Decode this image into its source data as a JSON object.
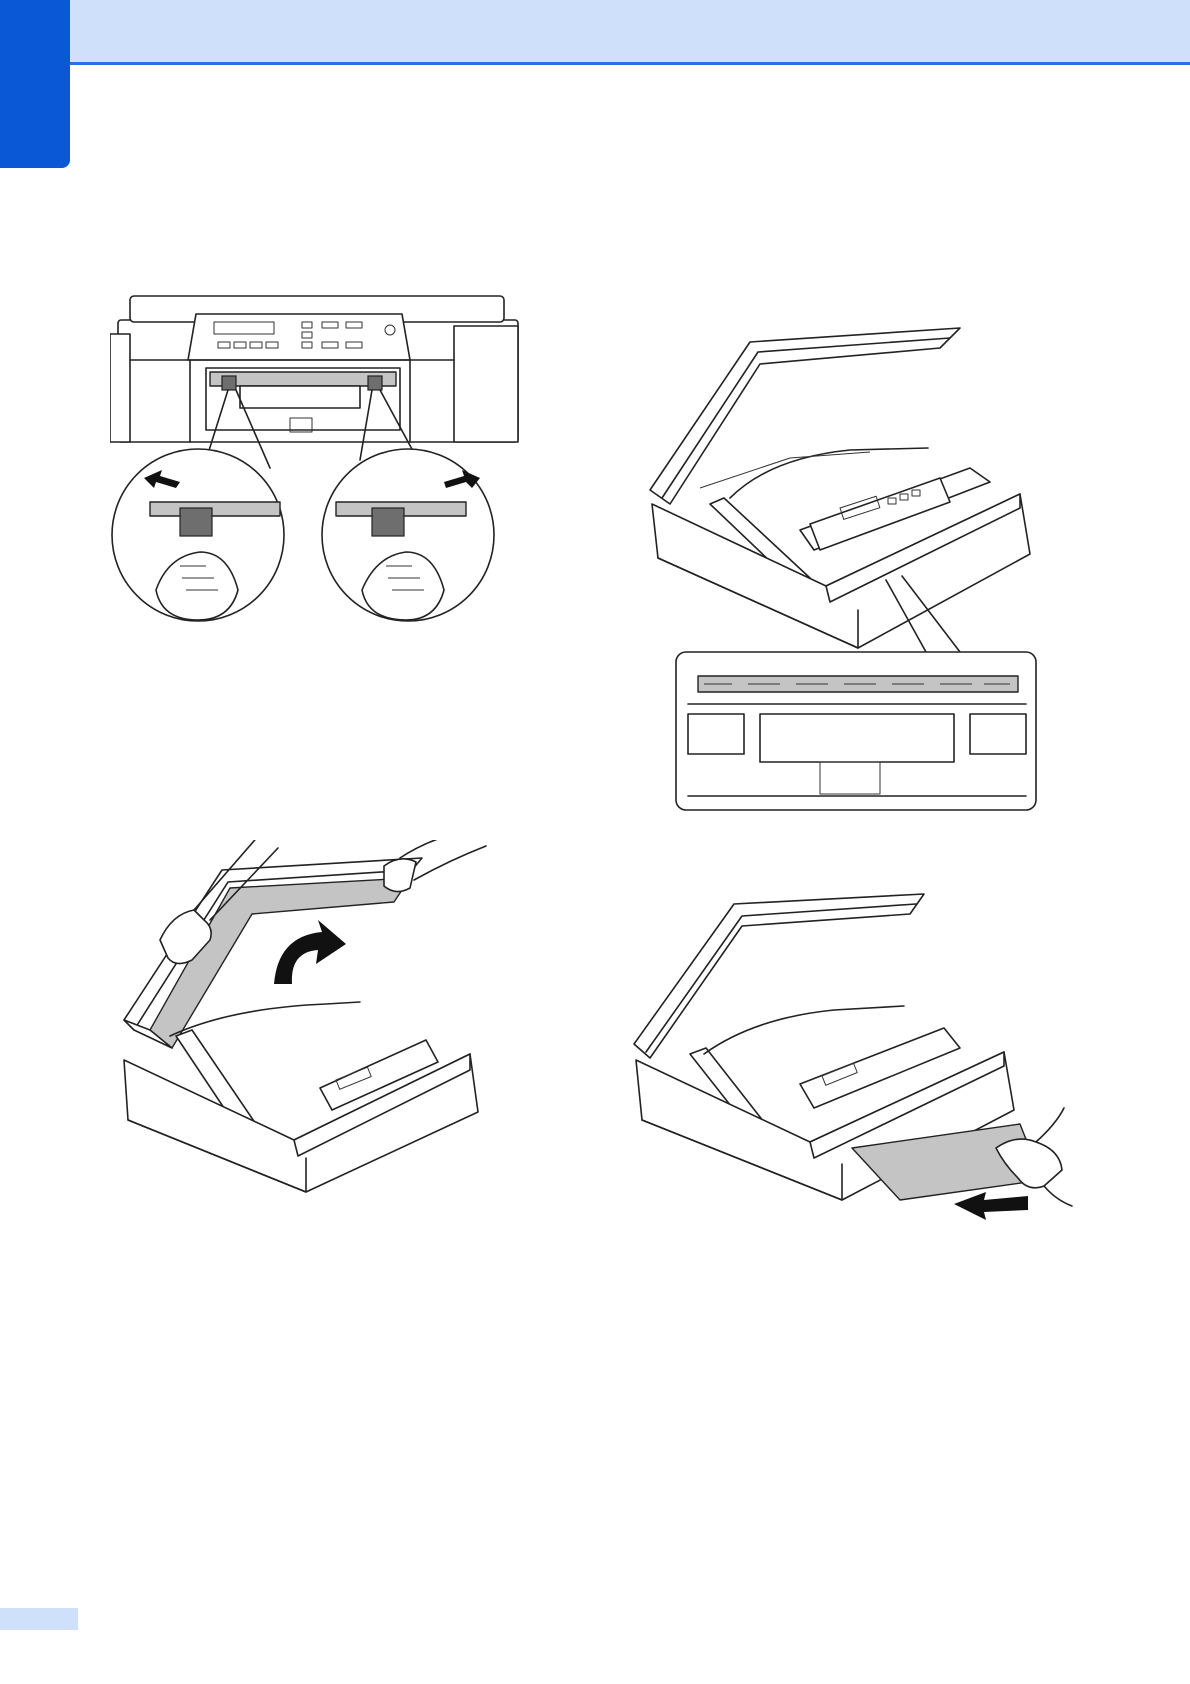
{
  "page": {
    "page_number": "",
    "colors": {
      "header_band": "#cfe0fb",
      "header_rule": "#2f6ee0",
      "side_tab": "#0a58d6",
      "footer_tab": "#cfe0fb"
    }
  },
  "figures": [
    {
      "id": "fig-front-jam-clear",
      "icons": [
        "printer-front-view",
        "arrow-left-icon",
        "arrow-right-icon",
        "hand-icon"
      ]
    },
    {
      "id": "fig-inside-inspection",
      "icons": [
        "printer-open-scanner",
        "detail-callout"
      ]
    },
    {
      "id": "fig-lift-scanner-cover",
      "icons": [
        "hands-lifting-cover",
        "curved-arrow-up-icon"
      ]
    },
    {
      "id": "fig-push-paper-in",
      "icons": [
        "printer-open-scanner",
        "paper-sheet",
        "hand-icon",
        "arrow-left-icon"
      ]
    }
  ]
}
